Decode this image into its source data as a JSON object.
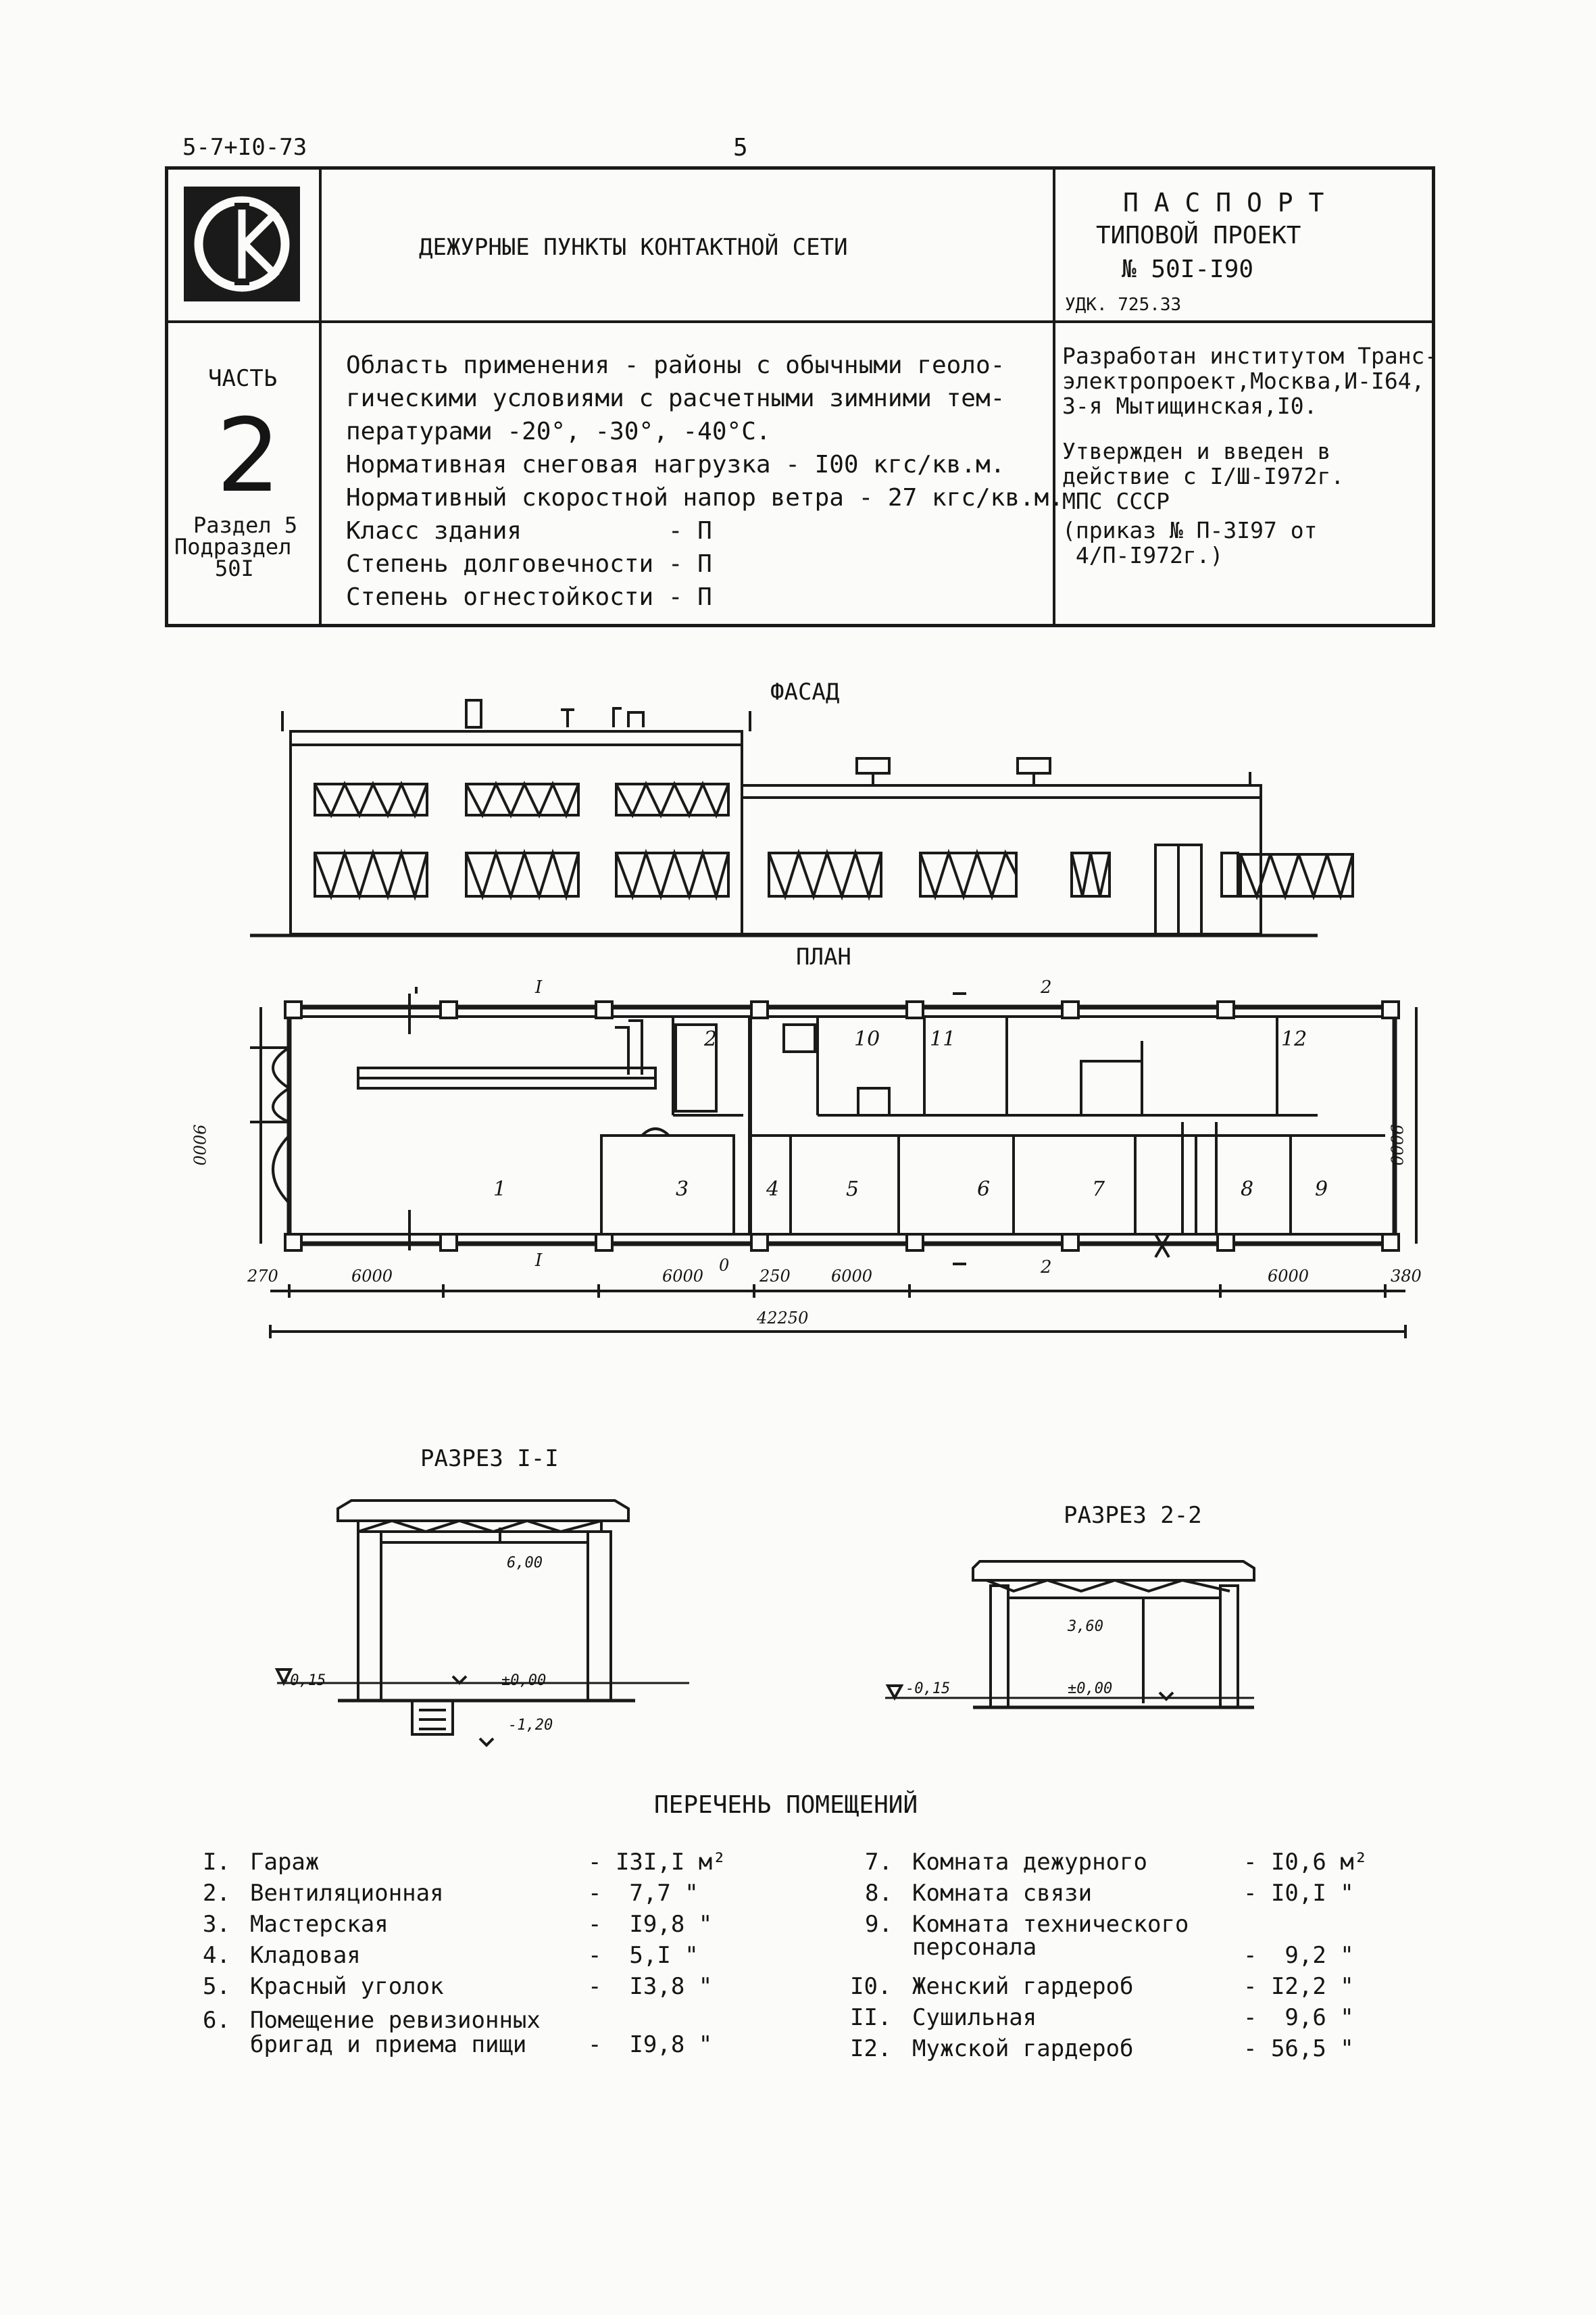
{
  "header": {
    "doc_code": "5-7+I0-73",
    "page_number": "5",
    "title": "ДЕЖУРНЫЕ ПУНКТЫ КОНТАКТНОЙ СЕТИ",
    "passport_title": "П А С П О Р Т",
    "project_type": "ТИПОВОЙ ПРОЕКТ",
    "project_number": "№ 50I-I90",
    "udk": "УДК. 725.33"
  },
  "part": {
    "label": "ЧАСТЬ",
    "number": "2",
    "section": "Раздел 5",
    "subsection_label": "Подраздел",
    "subsection_number": "50I"
  },
  "description": {
    "lines": [
      "Область применения - районы с обычными геоло-",
      "гическими условиями с расчетными зимними тем-",
      "пературами -20°, -30°, -40°С.",
      "Нормативная снеговая нагрузка - I00 кгс/кв.м.",
      "Нормативный скоростной напор ветра - 27 кгс/кв.м.",
      "Класс здания          - П",
      "Степень долговечности - П",
      "Степень огнестойкости - П"
    ]
  },
  "developer": {
    "lines": [
      "Разработан институтом Транс-",
      "электропроект,Москва,И-I64,",
      "3-я Мытищинская,I0.",
      "",
      "Утвержден и введен в",
      "действие с I/Ш-I972г.",
      "МПС СССР",
      "(приказ № П-3I97 от",
      " 4/П-I972г.)"
    ]
  },
  "drawings": {
    "facade_title": "ФАСАД",
    "plan_title": "ПЛАН",
    "section1_title": "РАЗРЕЗ I-I",
    "section2_title": "РАЗРЕЗ 2-2",
    "plan_dims": [
      "270",
      "6000",
      "6000",
      "0",
      "250",
      "6000",
      "6000",
      "380",
      "42250",
      "9000",
      "9000"
    ],
    "plan_rooms": [
      "1",
      "2",
      "3",
      "4",
      "5",
      "6",
      "7",
      "8",
      "9",
      "10",
      "11",
      "12"
    ],
    "section_marks": [
      "I",
      "I",
      "2",
      "2"
    ],
    "section1_levels": [
      "6,00",
      "±0,00",
      "-0,15",
      "-1,20"
    ],
    "section2_levels": [
      "3,60",
      "±0,00",
      "-0,15"
    ]
  },
  "rooms_list": {
    "title": "ПЕРЕЧЕНЬ ПОМЕЩЕНИЙ",
    "left": [
      {
        "num": "I.",
        "name": "Гараж",
        "area": "- I3I,I м²"
      },
      {
        "num": "2.",
        "name": "Вентиляционная",
        "area": "-  7,7 \""
      },
      {
        "num": "3.",
        "name": "Мастерская",
        "area": "-  I9,8 \""
      },
      {
        "num": "4.",
        "name": "Кладовая",
        "area": "-  5,I \""
      },
      {
        "num": "5.",
        "name": "Красный уголок",
        "area": "-  I3,8 \""
      },
      {
        "num": "6.",
        "name": "Помещение ревизионных",
        "name2": "бригад и приема пищи",
        "area": "-  I9,8 \""
      }
    ],
    "right": [
      {
        "num": "7.",
        "name": "Комната дежурного",
        "area": "- I0,6 м²"
      },
      {
        "num": "8.",
        "name": "Комната связи",
        "area": "- I0,I \""
      },
      {
        "num": "9.",
        "name": "Комната технического",
        "name2": "персонала",
        "area": "-  9,2 \""
      },
      {
        "num": "I0.",
        "name": "Женский гардероб",
        "area": "- I2,2 \""
      },
      {
        "num": "II.",
        "name": "Сушильная",
        "area": "-  9,6 \""
      },
      {
        "num": "I2.",
        "name": "Мужской гардероб",
        "area": "- 56,5 \""
      }
    ]
  }
}
